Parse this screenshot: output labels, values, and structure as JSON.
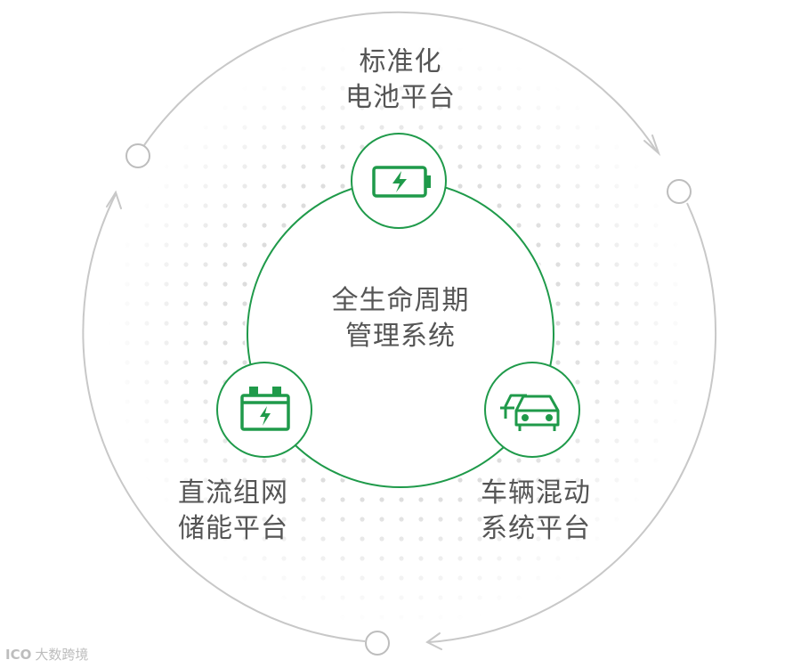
{
  "diagram": {
    "center": {
      "line1": "全生命周期",
      "line2": "管理系统"
    },
    "nodes": [
      {
        "id": "battery",
        "icon": "battery-charging-icon",
        "line1": "标准化",
        "line2": "电池平台"
      },
      {
        "id": "storage",
        "icon": "battery-storage-icon",
        "line1": "直流组网",
        "line2": "储能平台"
      },
      {
        "id": "vehicle",
        "icon": "cars-icon",
        "line1": "车辆混动",
        "line2": "系统平台"
      }
    ],
    "cycle_direction": "clockwise"
  },
  "watermark": {
    "logo": "ICO",
    "text": "大数跨境"
  },
  "colors": {
    "accent": "#1f9a4a",
    "ring": "#c8c8c8",
    "text": "#555555",
    "dots": "#d9d9d9"
  }
}
